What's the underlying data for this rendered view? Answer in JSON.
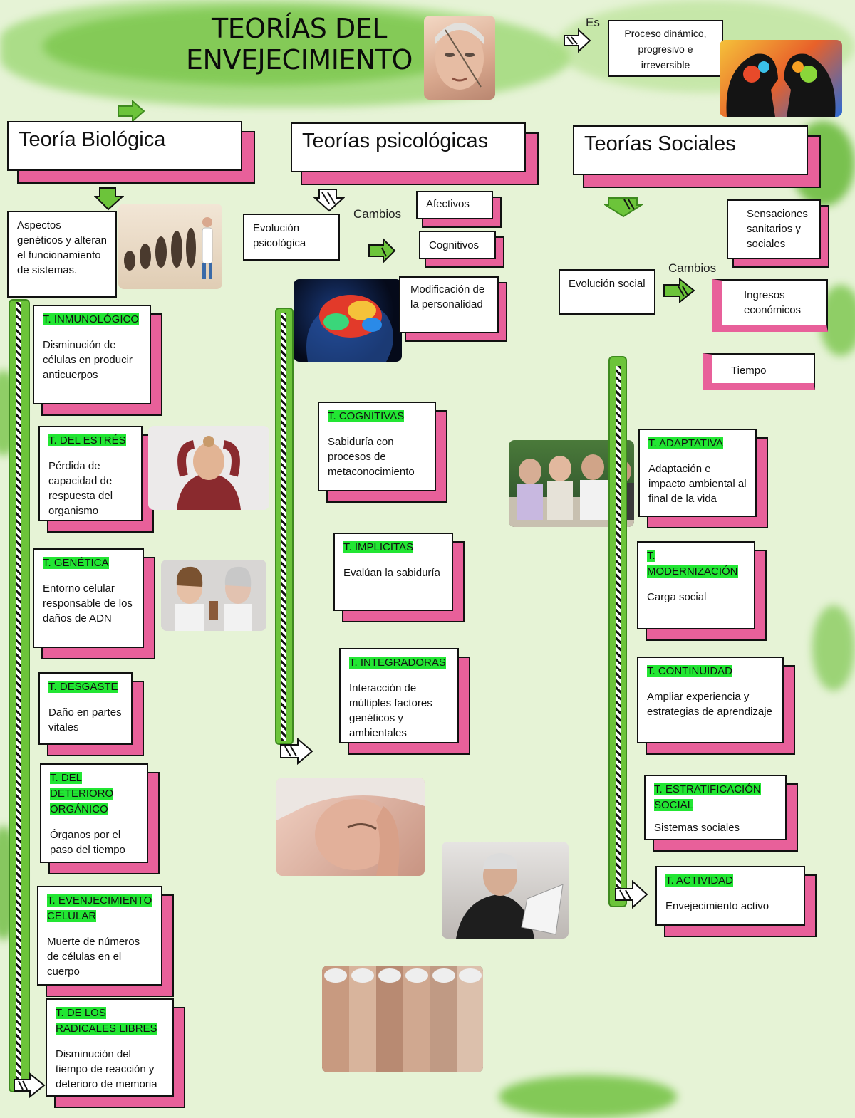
{
  "title": [
    "TEORÍAS DEL",
    "ENVEJECIMIENTO"
  ],
  "definition": {
    "label": "Es",
    "text": "Proceso dinámico, progresivo e irreversible"
  },
  "columns": {
    "biological": {
      "header": "Teoría Biológica",
      "intro": "Aspectos genéticos y alteran el funcionamiento de sistemas.",
      "theories": [
        {
          "name": "T. INMUNOLÓGICO",
          "desc": "Disminución de células en producir anticuerpos"
        },
        {
          "name": "T. DEL ESTRÉS",
          "desc": "Pérdida de capacidad de respuesta del organismo"
        },
        {
          "name": "T. GENÉTICA",
          "desc": "Entorno celular responsable de los daños de ADN"
        },
        {
          "name": "T. DESGASTE",
          "desc": "Daño en partes vitales"
        },
        {
          "name": "T. DEL DETERIORO ORGÁNICO",
          "desc": "Órganos por el paso del tiempo"
        },
        {
          "name": "T. EVENJECIMIENTO CELULAR",
          "desc": "Muerte de números de células en el cuerpo"
        },
        {
          "name": "T. DE LOS RADICALES LIBRES",
          "desc": "Disminución del tiempo de reacción y deterioro de memoria"
        }
      ]
    },
    "psychological": {
      "header": "Teorías psicológicas",
      "intro": "Evolución psicológica",
      "changes_label": "Cambios",
      "changes": [
        "Afectivos",
        "Cognitivos"
      ],
      "modification": "Modificación de la personalidad",
      "theories": [
        {
          "name": "T. COGNITIVAS",
          "desc": "Sabiduría con procesos de metaconocimiento"
        },
        {
          "name": "T. IMPLICITAS",
          "desc": "Evalúan la sabiduría"
        },
        {
          "name": "T. INTEGRADORAS",
          "desc": "Interacción de múltiples factores genéticos y ambientales"
        }
      ]
    },
    "social": {
      "header": "Teorías Sociales",
      "intro": "Evolución social",
      "changes_label": "Cambios",
      "changes": [
        "Sensaciones sanitarios y sociales",
        "Ingresos económicos",
        "Tiempo"
      ],
      "theories": [
        {
          "name": "T. ADAPTATIVA",
          "desc": "Adaptación e impacto ambiental al final de la vida"
        },
        {
          "name": "T. MODERNIZACIÓN",
          "desc": "Carga social"
        },
        {
          "name": "T. CONTINUIDAD",
          "desc": "Ampliar experiencia y estrategias de aprendizaje"
        },
        {
          "name": "T. ESTRATIFICACIÓN SOCIAL",
          "desc": "Sistemas sociales"
        },
        {
          "name": "T. ACTIVIDAD",
          "desc": "Envejecimiento activo"
        }
      ]
    }
  },
  "colors": {
    "accent_pink": "#e8609a",
    "highlight_green": "#22e633",
    "arrow_green": "#6cc43a",
    "background": "#e6f3d6"
  }
}
